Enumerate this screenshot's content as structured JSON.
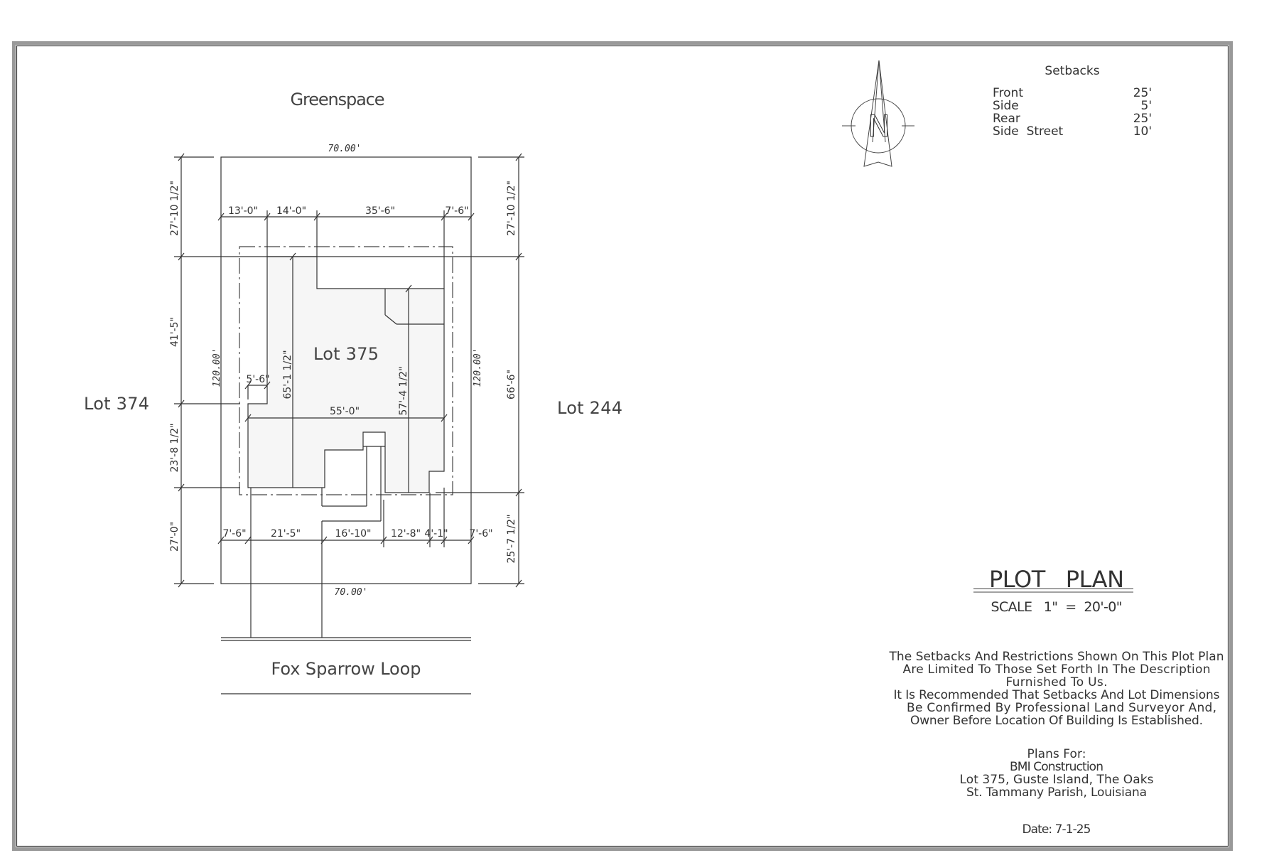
{
  "labels": {
    "greenspace": "Greenspace",
    "lot_left": "Lot 374",
    "lot_center": "Lot 375",
    "lot_right": "Lot 244",
    "street": "Fox Sparrow Loop"
  },
  "lot_dimensions": {
    "top": "70.00'",
    "bottom": "70.00'",
    "left": "120.00'",
    "right": "120.00'"
  },
  "dimensions": {
    "top_row": [
      "13'-0\"",
      "14'-0\"",
      "35'-6\"",
      "7'-6\""
    ],
    "bottom_row": [
      "7'-6\"",
      "21'-5\"",
      "16'-10\"",
      "12'-8\"",
      "4'-1\"",
      "7'-6\""
    ],
    "left_col": [
      "27'-10 1/2\"",
      "41'-5\"",
      "23'-8 1/2\"",
      "27'-0\""
    ],
    "right_col": [
      "27'-10 1/2\"",
      "66'-6\"",
      "25'-7 1/2\""
    ],
    "house_width": "55'-0\"",
    "notch": "5'-6\"",
    "house_depth_left": "65'-1 1/2\"",
    "house_depth_right": "57'-4 1/2\""
  },
  "north_arrow": {
    "letter": "N",
    "icon": "north-arrow-icon"
  },
  "setbacks": {
    "title": "Setbacks",
    "rows": [
      {
        "label": "Front",
        "value": "25'"
      },
      {
        "label": "Side",
        "value": "5'"
      },
      {
        "label": "Rear",
        "value": "25'"
      },
      {
        "label": "Side  Street",
        "value": "10'"
      }
    ]
  },
  "title_block": {
    "title": "PLOT   PLAN",
    "scale": "SCALE   1\"  =  20'-0\"",
    "disclaimer": [
      "The Setbacks And Restrictions Shown On This Plot Plan",
      "Are Limited To Those Set Forth In The Description",
      "Furnished To Us.",
      "It Is Recommended That Setbacks And Lot Dimensions",
      "Be Confirmed By Professional Land Surveyor And,",
      "Owner Before Location Of Building Is Established."
    ],
    "plans_for": [
      "Plans For:",
      "BMI Construction",
      "Lot 375, Guste Island, The Oaks",
      "St. Tammany Parish, Louisiana"
    ],
    "date": "Date: 7-1-25"
  }
}
